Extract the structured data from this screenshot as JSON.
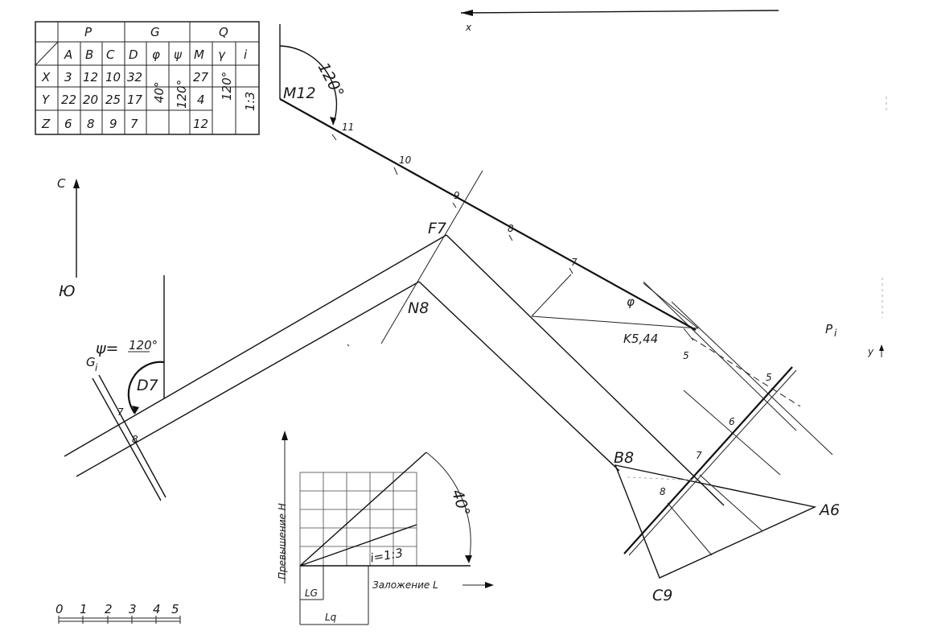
{
  "table": {
    "groups": [
      "P",
      "G",
      "Q"
    ],
    "headers": [
      "A",
      "B",
      "C",
      "D",
      "φ",
      "ψ",
      "M",
      "γ",
      "i"
    ],
    "rows": [
      {
        "axis": "X",
        "A": "3",
        "B": "12",
        "C": "10",
        "D": "32",
        "M": "27"
      },
      {
        "axis": "Y",
        "A": "22",
        "B": "20",
        "C": "25",
        "D": "17",
        "M": "4"
      },
      {
        "axis": "Z",
        "A": "6",
        "B": "8",
        "C": "9",
        "D": "7",
        "M": "12"
      }
    ],
    "phi": "40°",
    "psi": "120°",
    "gamma": "120°",
    "i": "1:3"
  },
  "axes": {
    "x": "x",
    "y": "y",
    "c": "C",
    "yu": "Ю"
  },
  "labels": {
    "m12": "M12",
    "angle_120_top": "120°",
    "f7": "F7",
    "n8": "N8",
    "k": "K5,44",
    "phi_symbol": "φ",
    "g1": "G",
    "g1_sub": "i",
    "psi_label": "ψ=",
    "psi_value": "120°",
    "d7": "D7",
    "b8": "B8",
    "a6": "A6",
    "c9": "C9",
    "p1": "P",
    "p1_sub": "i"
  },
  "scale_m_line": [
    "11",
    "10",
    "9",
    "8",
    "7"
  ],
  "g_ticks": [
    "7",
    "8"
  ],
  "k_tick": "5",
  "plane_ticks": [
    "5",
    "6",
    "7",
    "8"
  ],
  "slope_diagram": {
    "vertical_label": "Превышение H",
    "horizontal_label": "Заложение L",
    "angle": "40°",
    "ratio": "i=1:3",
    "lg": "LG",
    "lq": "Lq"
  },
  "scale_bar": [
    "0",
    "1",
    "2",
    "3",
    "4",
    "5"
  ]
}
